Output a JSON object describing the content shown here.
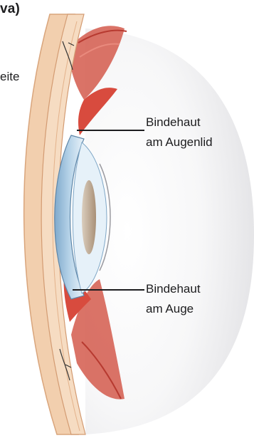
{
  "header": {
    "label": "va)"
  },
  "side_label": {
    "text": "eite"
  },
  "callouts": [
    {
      "line1": "Bindehaut",
      "line2": "am Augenlid"
    },
    {
      "line1": "Bindehaut",
      "line2": "am Auge"
    }
  ],
  "colors": {
    "skin": "#f3d6b9",
    "skin_outline": "#d9a57c",
    "muscle_red": "#c8433a",
    "conjunctiva_red": "#d84b3e",
    "cornea_blue": "#9cc2df",
    "lens_glass": "#e6f1f9",
    "iris_brown": "#a88b6d",
    "eyeball_shadow": "#e4e4e6",
    "leader_line": "#1d1d1f"
  }
}
